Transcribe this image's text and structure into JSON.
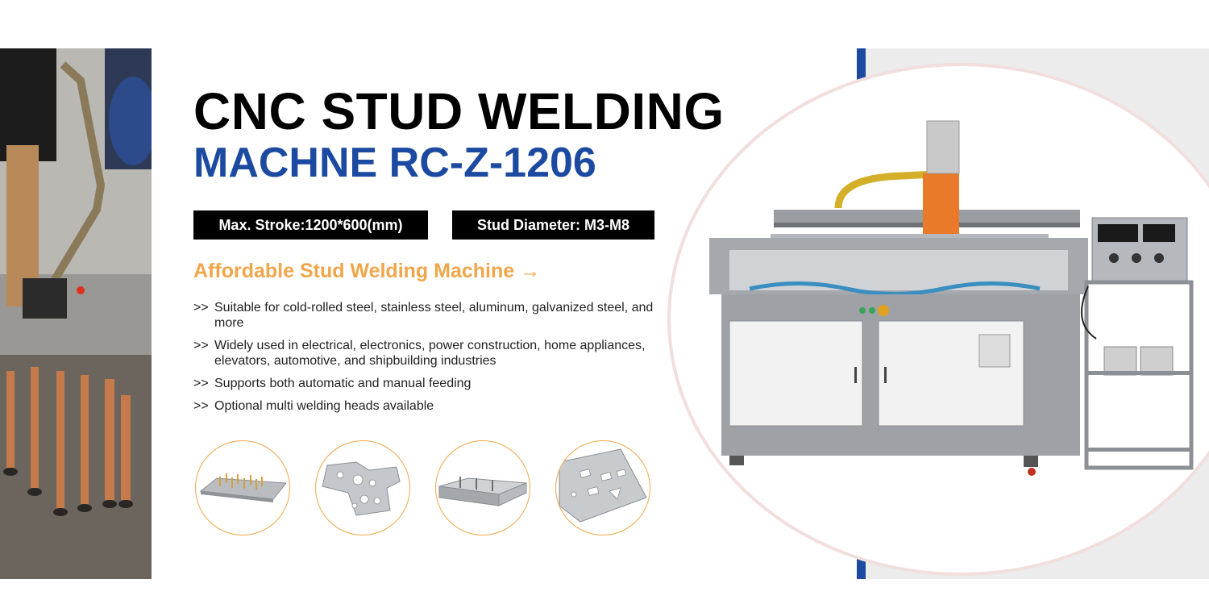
{
  "hero": {
    "title_line1": "CNC STUD WELDING",
    "title_line2": "MACHNE  RC-Z-1206"
  },
  "specs": {
    "stroke": "Max. Stroke:1200*600(mm)",
    "diameter": "Stud Diameter: M3-M8"
  },
  "cta": {
    "label": "Affordable Stud Welding Machine →"
  },
  "features": {
    "bullet": ">>",
    "items": [
      "Suitable for cold-rolled steel, stainless steel, aluminum, galvanized steel, and more",
      "Widely used in electrical, electronics, power construction, home appliances, elevators, automotive, and shipbuilding industries",
      "Supports both automatic and manual feeding",
      "Optional multi welding heads available"
    ]
  },
  "colors": {
    "title_blue": "#1b4aa0",
    "accent_orange": "#f0a64a",
    "badge_black": "#000000"
  },
  "icons": {
    "sample_1": "flat-plate-with-studs-icon",
    "sample_2": "bent-bracket-icon",
    "sample_3": "channel-tray-icon",
    "sample_4": "perforated-sheet-icon",
    "product": "cnc-stud-welding-machine-image"
  }
}
